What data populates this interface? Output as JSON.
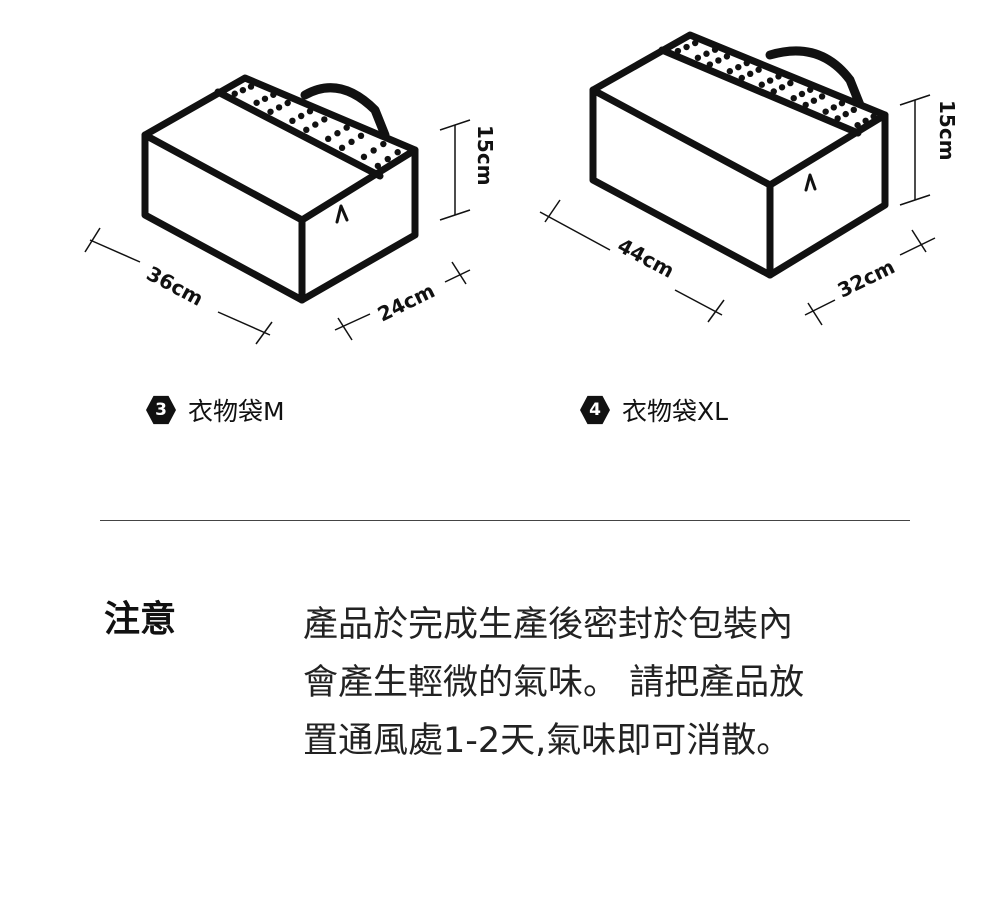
{
  "products": [
    {
      "number": "3",
      "name": "衣物袋M",
      "dims": {
        "length": "36cm",
        "width": "24cm",
        "height": "15cm"
      }
    },
    {
      "number": "4",
      "name": "衣物袋XL",
      "dims": {
        "length": "44cm",
        "width": "32cm",
        "height": "15cm"
      }
    }
  ],
  "note": {
    "title": "注意",
    "lines": [
      "產品於完成生產後密封於包裝內",
      "會產生輕微的氣味。 請把產品放",
      "置通風處1-2天,氣味即可消散。"
    ]
  }
}
